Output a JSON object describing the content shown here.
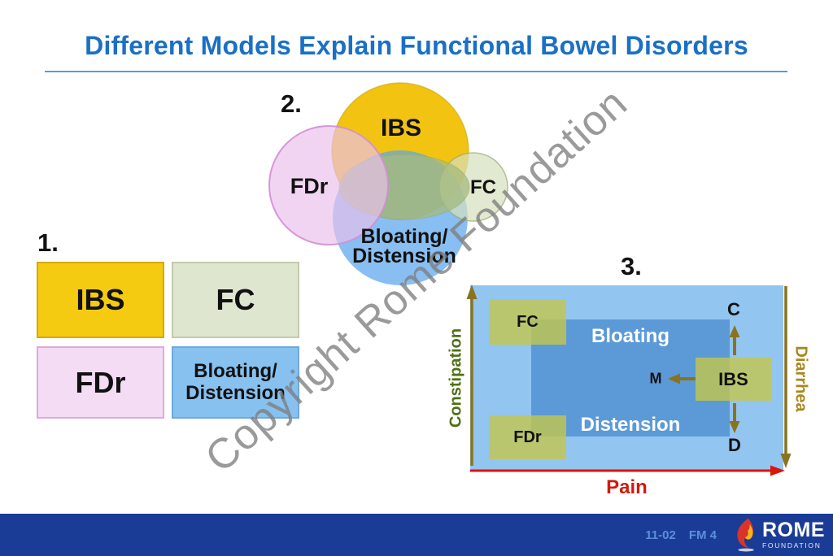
{
  "title": "Different Models Explain Functional Bowel Disorders",
  "watermark": "Copyright Rome Foundation",
  "model1": {
    "number": "1.",
    "ibs": "IBS",
    "fc": "FC",
    "fdr": "FDr",
    "bd_line1": "Bloating/",
    "bd_line2": "Distension"
  },
  "model2": {
    "number": "2.",
    "ibs": "IBS",
    "fdr": "FDr",
    "fc": "FC",
    "bd_line1": "Bloating/",
    "bd_line2": "Distension"
  },
  "model3": {
    "number": "3.",
    "fc": "FC",
    "fdr": "FDr",
    "ibs": "IBS",
    "bloating": "Bloating",
    "distension": "Distension",
    "c": "C",
    "m": "M",
    "d": "D",
    "axis_left": "Constipation",
    "axis_right": "Diarrhea",
    "axis_bottom": "Pain"
  },
  "footer": {
    "code": "11-02",
    "slide": "FM 4",
    "logo_title": "ROME",
    "logo_subtitle": "FOUNDATION"
  },
  "colors": {
    "title_blue": "#1A70C6",
    "divider_blue": "#4DA0D8",
    "gold": "#F2C411",
    "pink_fill": "#F4DCF4",
    "pink_border": "#DFA9DF",
    "sage_fill": "#DFE6D0",
    "sage_border": "#C2CBA9",
    "blue_fill": "#87C1F0",
    "blue_border": "#6FA8DC",
    "map_light_blue": "#93C5F1",
    "map_dark_blue": "#5B9AD6",
    "olive_box": "#C5C749",
    "olive_arrow": "#8A731F",
    "constipation_green": "#4E7016",
    "diarrhea_gold": "#A8871C",
    "pain_red": "#D21A0C",
    "footer_navy": "#1B3C96",
    "footer_code_blue": "#5C8FDB",
    "watermark_gray": "#808080"
  }
}
